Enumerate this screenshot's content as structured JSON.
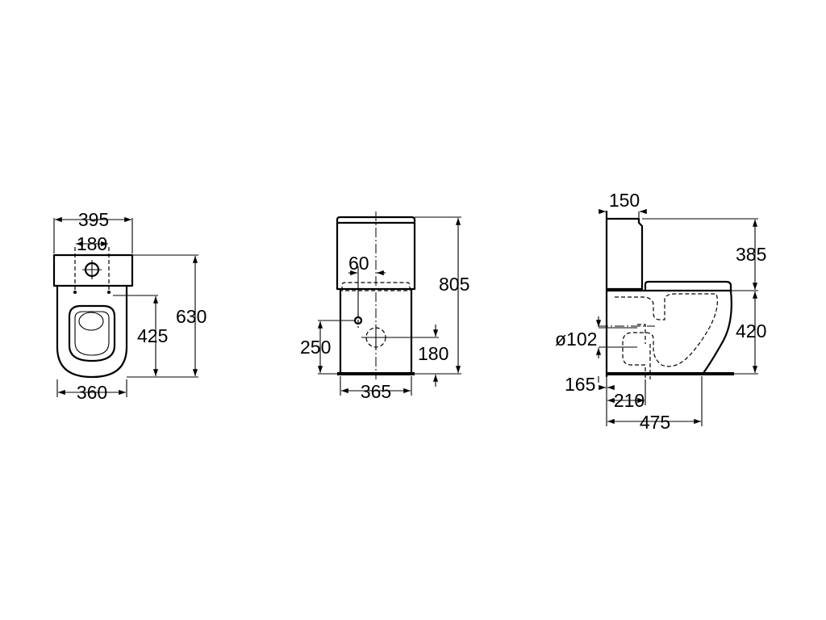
{
  "views": {
    "top": {
      "overall_width": "395",
      "fixing_spacing": "180",
      "overall_depth": "630",
      "fixing_to_front": "425",
      "base_width": "360"
    },
    "front": {
      "overall_height": "805",
      "inlet_offset": "60",
      "inlet_height": "250",
      "outlet_height": "180",
      "base_width": "365"
    },
    "side": {
      "tank_offset": "150",
      "tank_height": "385",
      "seat_height": "420",
      "outlet_diameter": "ø102",
      "outlet_center_height": "165",
      "outlet_from_wall": "210",
      "overall_projection": "475"
    }
  },
  "colors": {
    "line": "#000000",
    "background": "#ffffff"
  }
}
